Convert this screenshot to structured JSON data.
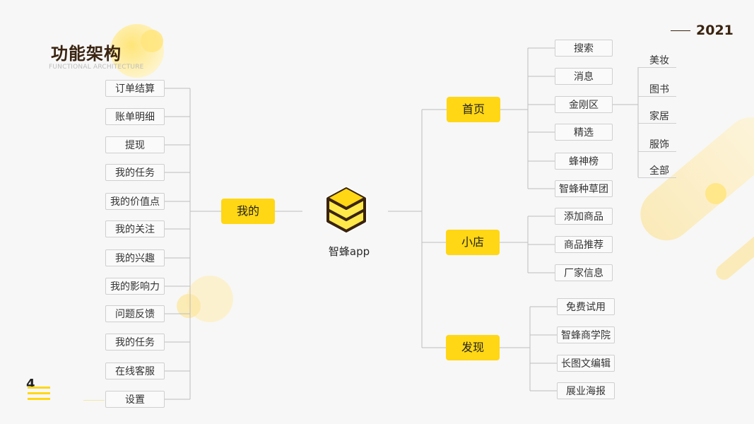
{
  "title": "功能架构",
  "subtitle": "FUNCTIONAL ARCHITECTURE",
  "year": "2021",
  "center_label": "智蜂app",
  "colors": {
    "accent": "#ffd714",
    "title": "#3a2310",
    "logo_outline": "#3a2310"
  },
  "left_hub": "我的",
  "left_items": [
    "订单结算",
    "账单明细",
    "提现",
    "我的任务",
    "我的价值点",
    "我的关注",
    "我的兴趣",
    "我的影响力",
    "问题反馈",
    "我的任务",
    "在线客服",
    "设置"
  ],
  "right_hubs": [
    {
      "label": "首页",
      "items": [
        "搜索",
        "消息",
        "金刚区",
        "精选",
        "蜂神榜",
        "智蜂种草团"
      ]
    },
    {
      "label": "小店",
      "items": [
        "添加商品",
        "商品推荐",
        "厂家信息"
      ]
    },
    {
      "label": "发现",
      "items": [
        "免费试用",
        "智蜂商学院",
        "长图文编辑",
        "展业海报"
      ]
    }
  ],
  "jingangqu_items": [
    "美妆",
    "图书",
    "家居",
    "服饰",
    "全部"
  ]
}
